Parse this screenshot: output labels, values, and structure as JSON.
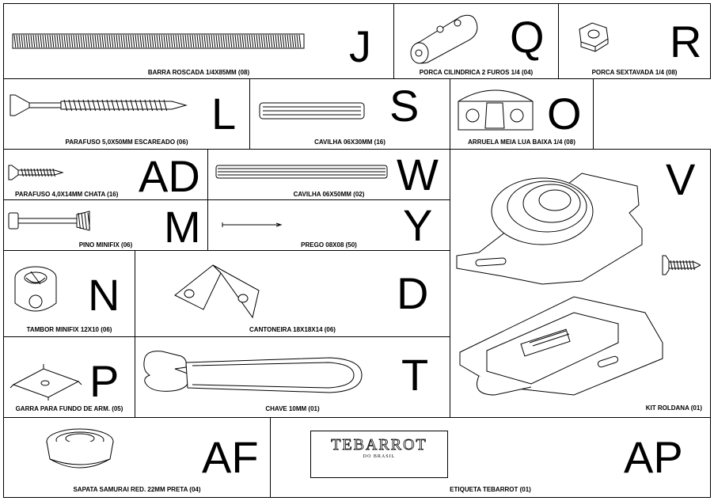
{
  "parts": {
    "J": {
      "letter": "J",
      "caption": "BARRA ROSCADA 1/4X85MM (08)"
    },
    "Q": {
      "letter": "Q",
      "caption": "PORCA CILINDRICA 2 FUROS 1/4 (04)"
    },
    "R": {
      "letter": "R",
      "caption": "PORCA SEXTAVADA 1/4 (08)"
    },
    "L": {
      "letter": "L",
      "caption": "PARAFUSO 5,0X50MM ESCAREADO (06)"
    },
    "S": {
      "letter": "S",
      "caption": "CAVILHA 06X30MM (16)"
    },
    "O": {
      "letter": "O",
      "caption": "ARRUELA MEIA LUA BAIXA 1/4 (08)"
    },
    "AD": {
      "letter": "AD",
      "caption": "PARAFUSO 4,0X14MM CHATA (16)"
    },
    "W": {
      "letter": "W",
      "caption": "CAVILHA 06X50MM (02)"
    },
    "V": {
      "letter": "V",
      "caption": "KIT ROLDANA (01)"
    },
    "M": {
      "letter": "M",
      "caption": "PINO MINIFIX (06)"
    },
    "Y": {
      "letter": "Y",
      "caption": "PREGO 08X08 (50)"
    },
    "N": {
      "letter": "N",
      "caption": "TAMBOR MINIFIX 12X10 (06)"
    },
    "D": {
      "letter": "D",
      "caption": "CANTONEIRA 18X18X14 (06)"
    },
    "P": {
      "letter": "P",
      "caption": "GARRA PARA FUNDO DE ARM. (05)"
    },
    "T": {
      "letter": "T",
      "caption": "CHAVE 10MM (01)"
    },
    "AF": {
      "letter": "AF",
      "caption": "SAPATA SAMURAI RED. 22MM PRETA (04)"
    },
    "AP": {
      "letter": "AP",
      "caption": "ETIQUETA TEBARROT (01)"
    }
  },
  "label": {
    "brand": "TEBARROT",
    "sub": "DO BRASIL"
  }
}
